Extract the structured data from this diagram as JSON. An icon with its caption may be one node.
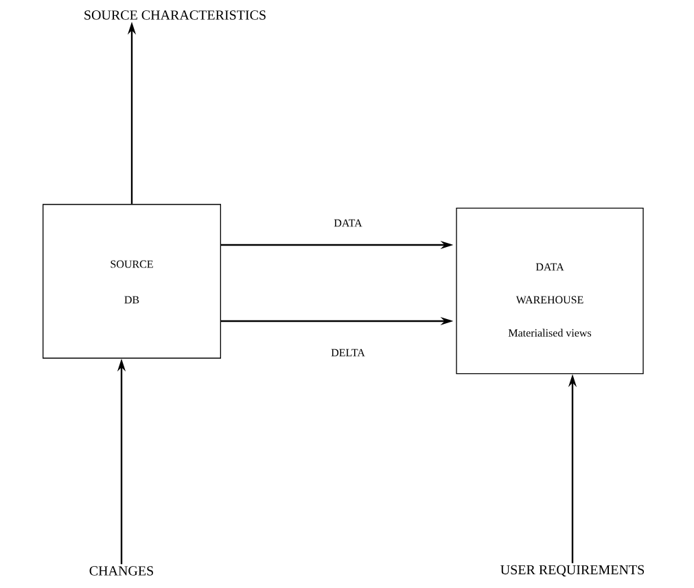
{
  "diagram": {
    "nodes": [
      {
        "text": [
          "SOURCE CHARACTERISTICS"
        ]
      },
      {
        "text": [
          "SOURCE",
          "DB"
        ]
      },
      {
        "text": [
          "DATA",
          "WAREHOUSE",
          "Materialised views"
        ]
      },
      {
        "text": [
          "CHANGES"
        ]
      },
      {
        "text": [
          "USER REQUIREMENTS"
        ]
      }
    ],
    "edges": [
      {
        "from": 1,
        "to": 0,
        "arrow": "to"
      },
      {
        "from": 1,
        "to": 2,
        "arrow": "to",
        "label": "DATA"
      },
      {
        "from": 1,
        "to": 2,
        "arrow": "to",
        "label": "DELTA"
      },
      {
        "from": 3,
        "to": 1,
        "arrow": "to"
      },
      {
        "from": 4,
        "to": 2,
        "arrow": "to"
      }
    ]
  }
}
